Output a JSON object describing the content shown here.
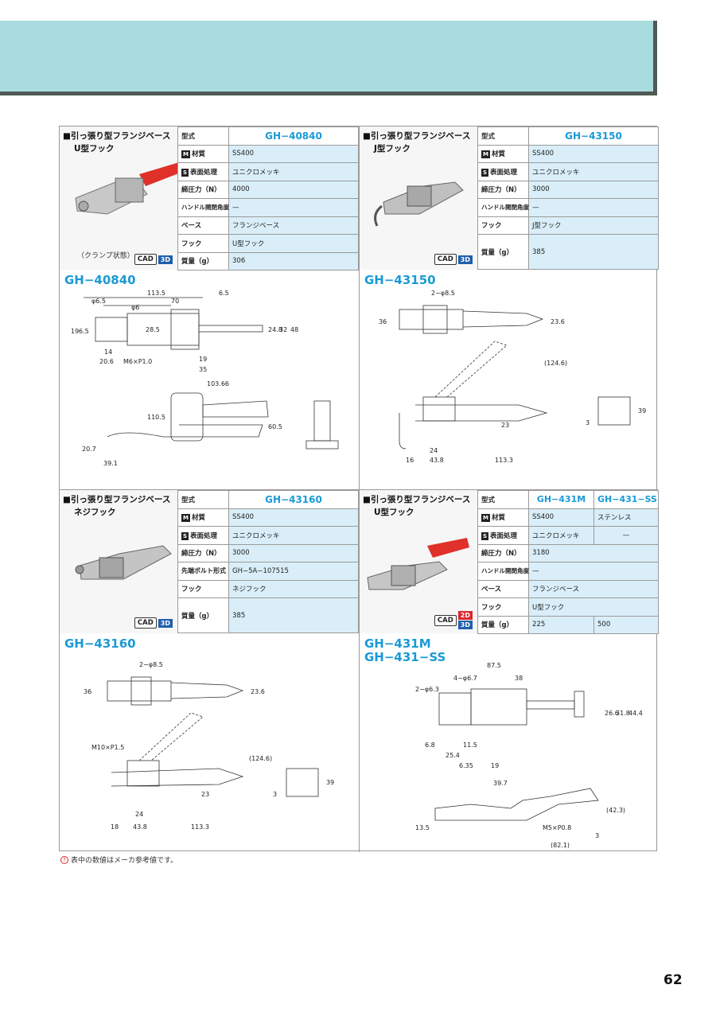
{
  "page_number": "62",
  "footnote": "表中の数値はメーカ参考値です。",
  "products": [
    {
      "title1": "■引っ張り型フランジベース",
      "title2": "U型フック",
      "caption": "（クランプ状態）",
      "cad": [
        "CAD",
        "3D"
      ],
      "model_header": "GH−40840",
      "model_label": "GH−40840",
      "rows": [
        {
          "label": "材質",
          "badge": "M",
          "value": "SS400"
        },
        {
          "label": "表面処理",
          "badge": "S",
          "value": "ユニクロメッキ"
        },
        {
          "label": "締圧力（N）",
          "badge": "",
          "value": "4000"
        },
        {
          "label": "ハンドル開閉角度",
          "badge": "",
          "value": "—"
        },
        {
          "label": "ベース",
          "badge": "",
          "value": "フランジベース"
        },
        {
          "label": "フック",
          "badge": "",
          "value": "U型フック"
        },
        {
          "label": "質量（g）",
          "badge": "",
          "value": "306"
        }
      ],
      "dims": [
        "113.5",
        "70",
        "6.5",
        "φ6.5",
        "φ6",
        "19",
        "6.5",
        "28.5",
        "24.8",
        "32",
        "48",
        "14",
        "20.6",
        "M6×P1.0",
        "19",
        "35",
        "103.66",
        "110.5",
        "60.5",
        "20.7",
        "39.1"
      ]
    },
    {
      "title1": "■引っ張り型フランジベース",
      "title2": "J型フック",
      "caption": "",
      "cad": [
        "CAD",
        "3D"
      ],
      "model_header": "GH−43150",
      "model_label": "GH−43150",
      "rows": [
        {
          "label": "材質",
          "badge": "M",
          "value": "SS400"
        },
        {
          "label": "表面処理",
          "badge": "S",
          "value": "ユニクロメッキ"
        },
        {
          "label": "締圧力（N）",
          "badge": "",
          "value": "3000"
        },
        {
          "label": "ハンドル開閉角度",
          "badge": "",
          "value": "—"
        },
        {
          "label": "フック",
          "badge": "",
          "value": "J型フック"
        },
        {
          "label": "質量（g）",
          "badge": "",
          "value": "385"
        }
      ],
      "dims": [
        "2−φ8.5",
        "36",
        "23.6",
        "(124.6)",
        "23",
        "24",
        "16",
        "43.8",
        "113.3",
        "3",
        "39"
      ]
    },
    {
      "title1": "■引っ張り型フランジベース",
      "title2": "ネジフック",
      "caption": "",
      "cad": [
        "CAD",
        "3D"
      ],
      "model_header": "GH−43160",
      "model_label": "GH−43160",
      "rows": [
        {
          "label": "材質",
          "badge": "M",
          "value": "SS400"
        },
        {
          "label": "表面処理",
          "badge": "S",
          "value": "ユニクロメッキ"
        },
        {
          "label": "締圧力（N）",
          "badge": "",
          "value": "3000"
        },
        {
          "label": "先端ボルト形式",
          "badge": "",
          "value": "GH−5A−107515"
        },
        {
          "label": "フック",
          "badge": "",
          "value": "ネジフック"
        },
        {
          "label": "質量（g）",
          "badge": "",
          "value": "385"
        }
      ],
      "dims": [
        "2−φ8.5",
        "36",
        "23.6",
        "M10×P1.5",
        "(124.6)",
        "23",
        "24",
        "18",
        "43.8",
        "113.3",
        "3",
        "39"
      ]
    },
    {
      "title1": "■引っ張り型フランジベース",
      "title2": "U型フック",
      "caption": "",
      "cad": [
        "CAD",
        "2D",
        "3D"
      ],
      "model_header": "GH−431M",
      "model_header2": "GH−431−SS",
      "model_label": "GH−431M",
      "model_label2": "GH−431−SS",
      "rows": [
        {
          "label": "材質",
          "badge": "M",
          "value": "SS400",
          "value2": "ステンレス"
        },
        {
          "label": "表面処理",
          "badge": "S",
          "value": "ユニクロメッキ",
          "value2": "—"
        },
        {
          "label": "締圧力（N）",
          "badge": "",
          "value": "3180"
        },
        {
          "label": "ハンドル開閉角度",
          "badge": "",
          "value": "—"
        },
        {
          "label": "ベース",
          "badge": "",
          "value": "フランジベース"
        },
        {
          "label": "フック",
          "badge": "",
          "value": "U型フック"
        },
        {
          "label": "質量（g）",
          "badge": "",
          "value": "225",
          "value2": "500"
        }
      ],
      "dims": [
        "87.5",
        "4−φ6.7",
        "38",
        "2−φ6.3",
        "26.6",
        "31.8",
        "44.4",
        "6.8",
        "11.5",
        "25.4",
        "6.35",
        "19",
        "39.7",
        "13.5",
        "M5×P0.8",
        "(42.3)",
        "3",
        "(82.1)"
      ]
    }
  ]
}
